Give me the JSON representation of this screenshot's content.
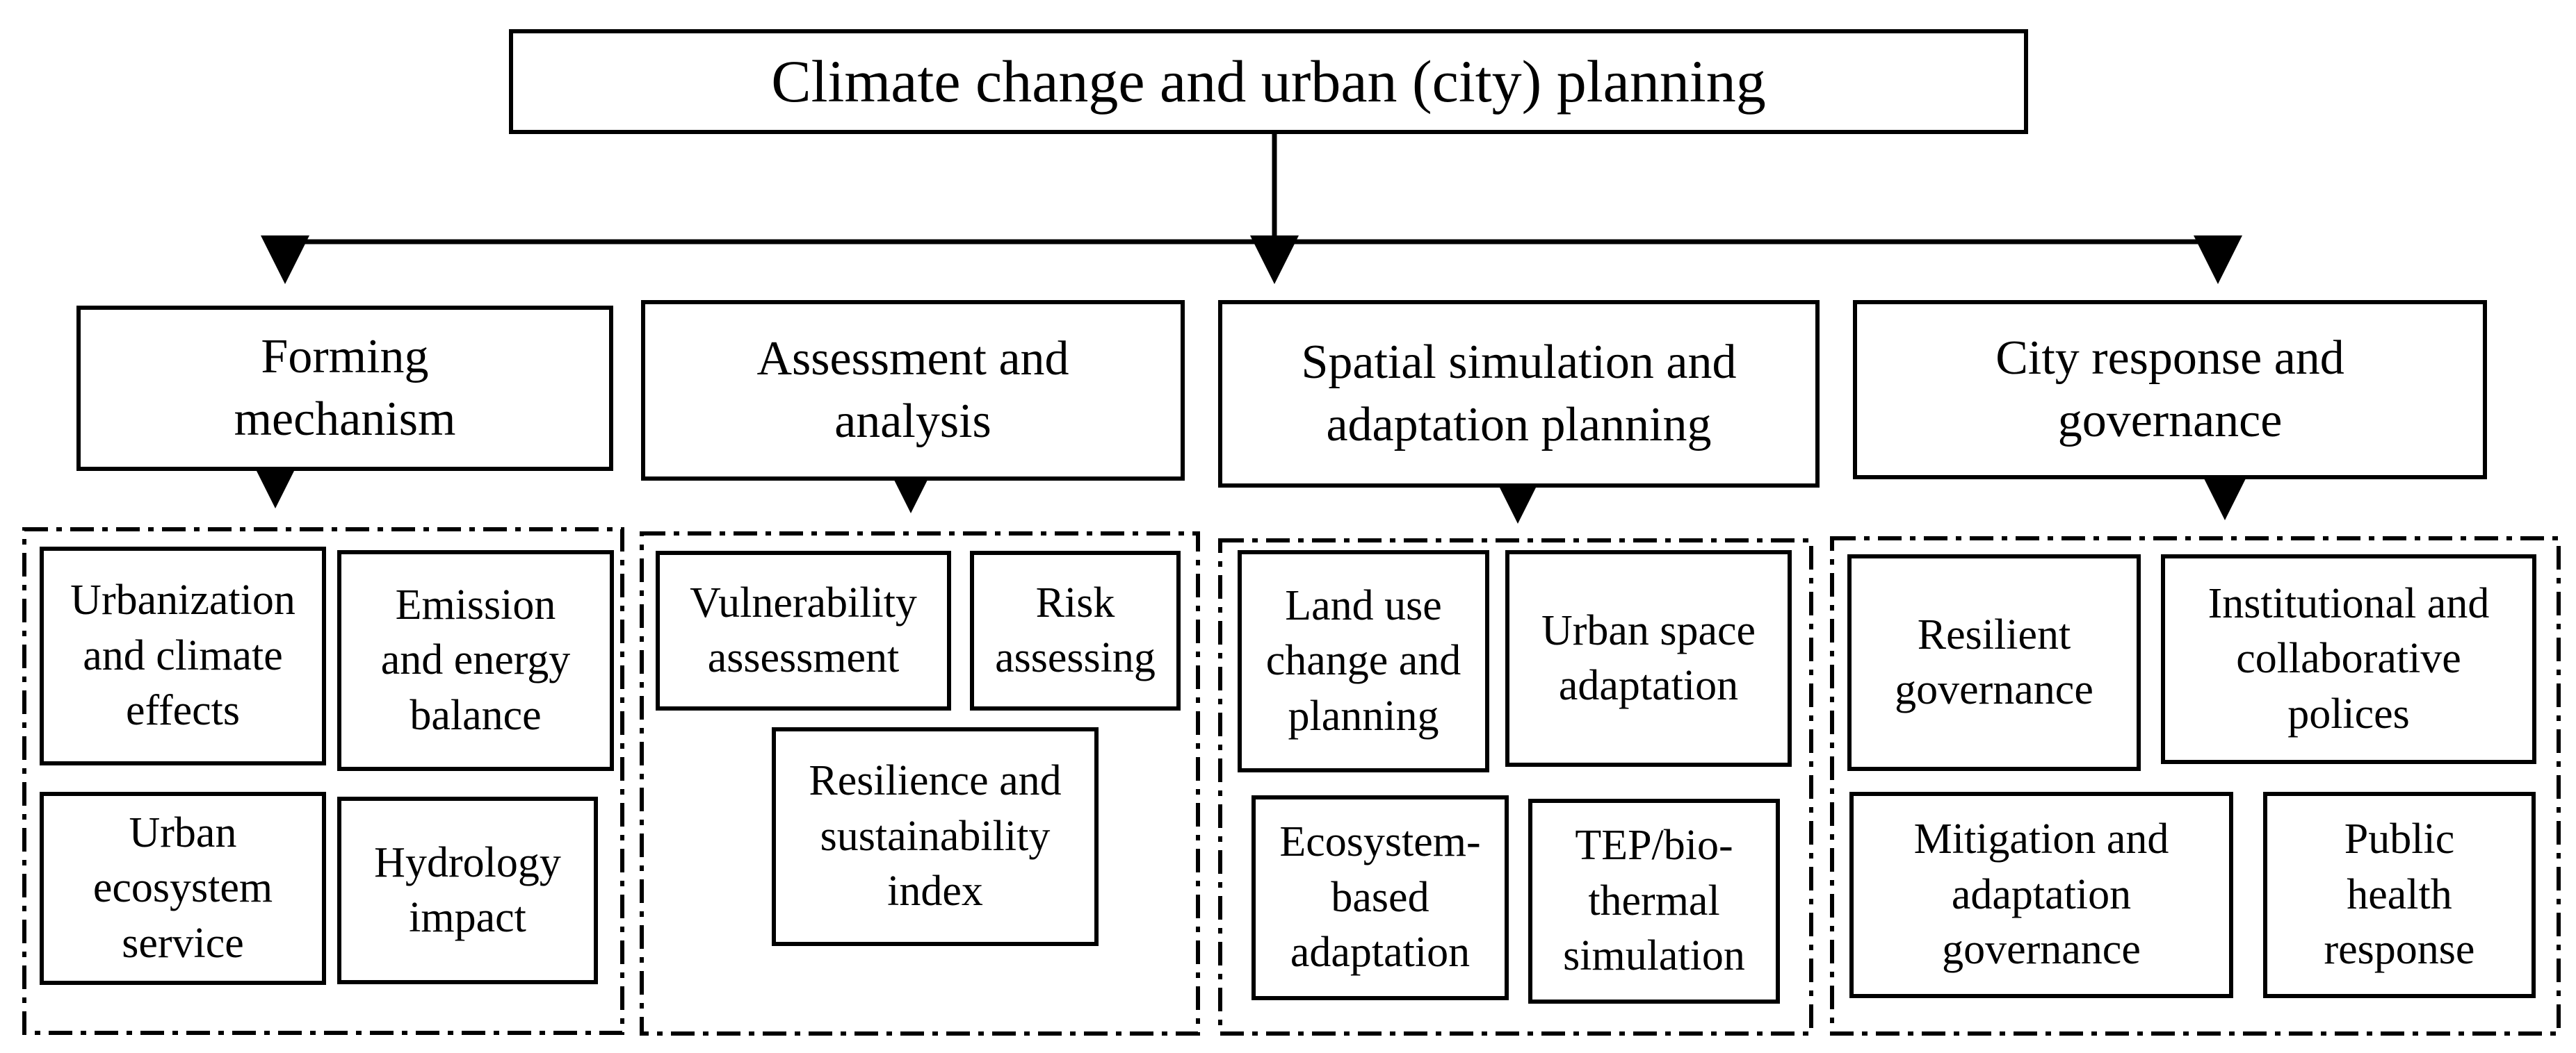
{
  "root": {
    "title": "Climate change and urban (city) planning"
  },
  "categories": [
    {
      "title": "Forming mechanism",
      "items": [
        "Urbanization and climate effects",
        "Emission and energy balance",
        "Urban ecosystem service",
        "Hydrology impact"
      ]
    },
    {
      "title": "Assessment and analysis",
      "items": [
        "Vulnerability assessment",
        "Risk assessing",
        "Resilience and sustainability index"
      ]
    },
    {
      "title": "Spatial simulation and adaptation planning",
      "items": [
        "Land use change and planning",
        "Urban space adaptation",
        "Ecosystem-based adaptation",
        "TEP/bio-thermal simulation"
      ]
    },
    {
      "title": "City response and governance",
      "items": [
        "Resilient governance",
        "Institutional and collaborative polices",
        "Mitigation and adaptation governance",
        "Public health response"
      ]
    }
  ]
}
